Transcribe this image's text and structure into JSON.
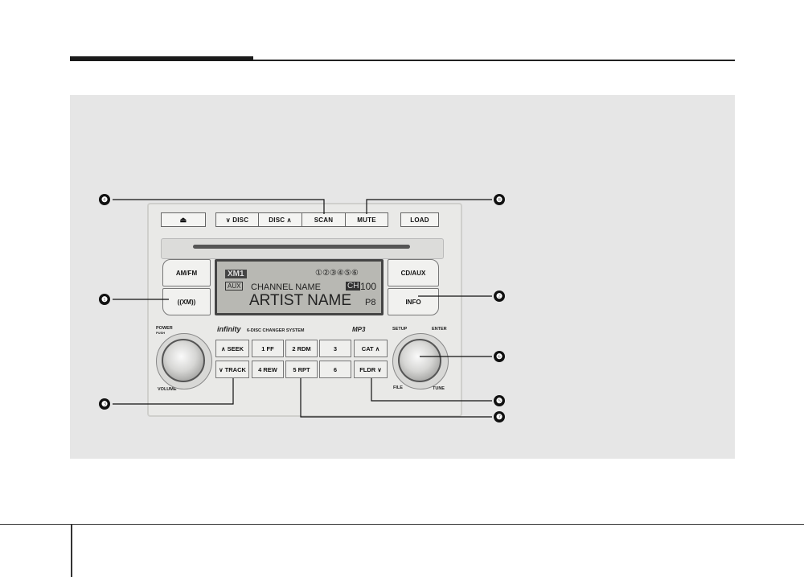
{
  "radio": {
    "top_buttons": {
      "eject_icon": "eject-icon",
      "disc_down": "∨ DISC",
      "disc_up": "DISC ∧",
      "scan": "SCAN",
      "mute": "MUTE",
      "load": "LOAD"
    },
    "side_buttons": {
      "amfm": "AM/FM",
      "xm": "((XM))",
      "cdaux": "CD/AUX",
      "info": "INFO"
    },
    "display": {
      "source": "XM1",
      "disc_indicators": "①②③④⑤⑥",
      "aux_tag": "AUX",
      "channel_name": "CHANNEL NAME",
      "ch_tag": "CH",
      "channel_number": "100",
      "artist_name": "ARTIST NAME",
      "preset": "P8"
    },
    "labels": {
      "power": "POWER",
      "push": "PUSH",
      "volume": "VOLUME",
      "brand": "infinity",
      "changer": "6-DISC CHANGER SYSTEM",
      "mp3": "MP3",
      "setup": "SETUP",
      "enter": "ENTER",
      "file": "FILE",
      "tune": "TUNE"
    },
    "preset_buttons": {
      "seek": "∧ SEEK",
      "track": "∨ TRACK",
      "b1": "1 FF",
      "b2": "2 RDM",
      "b3": "3",
      "b4": "4 REW",
      "b5": "5 RPT",
      "b6": "6",
      "cat": "CAT ∧",
      "fldr": "FLDR ∨"
    }
  },
  "callouts": {
    "c1": "❶",
    "c2": "❷",
    "c3": "❸",
    "c4": "❹",
    "c5": "❺",
    "c6": "❻",
    "c7": "❼",
    "c8": "❽"
  }
}
